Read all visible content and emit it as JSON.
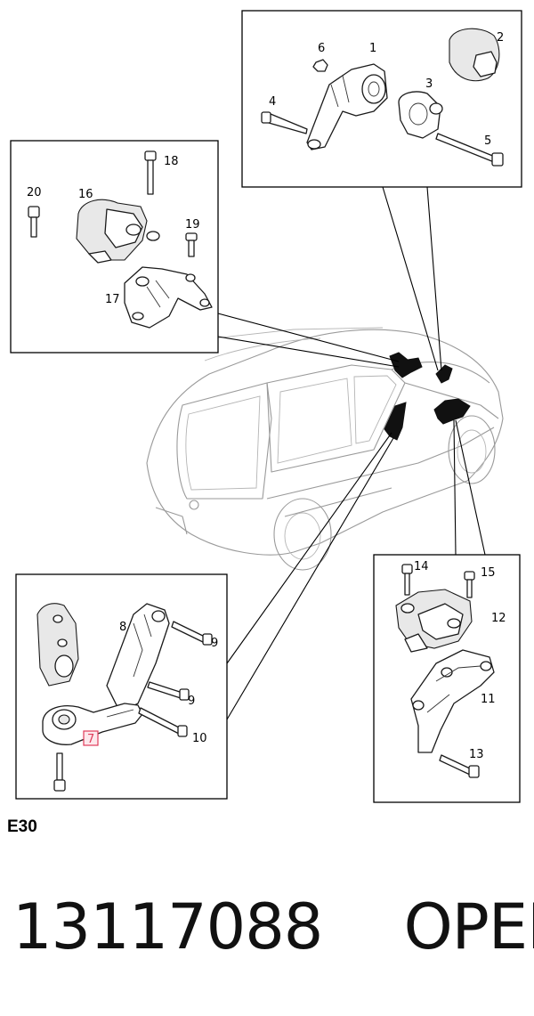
{
  "diagram": {
    "callouts": {
      "c1": "1",
      "c2": "2",
      "c3": "3",
      "c4": "4",
      "c5": "5",
      "c6": "6",
      "c7": "7",
      "c8": "8",
      "c9a": "9",
      "c9b": "9",
      "c10": "10",
      "c11": "11",
      "c12": "12",
      "c13": "13",
      "c14": "14",
      "c15": "15",
      "c16": "16",
      "c17": "17",
      "c18": "18",
      "c19": "19",
      "c20": "20"
    },
    "highlight_color": "#e03c5a"
  },
  "section_code": "E30",
  "footer": {
    "part_number": "13117088",
    "brand": "OPEL"
  }
}
